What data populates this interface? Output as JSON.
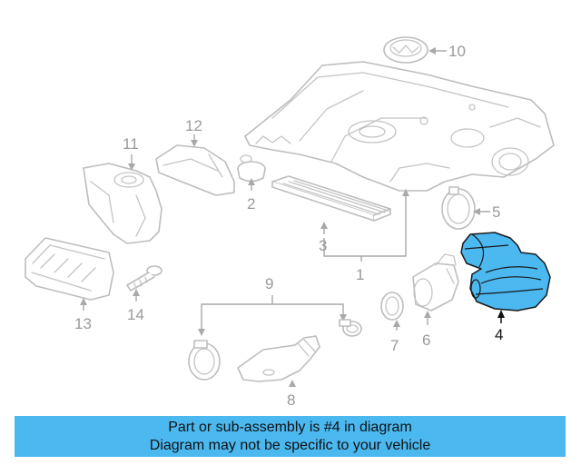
{
  "diagram": {
    "callouts": [
      "1",
      "2",
      "3",
      "4",
      "5",
      "6",
      "7",
      "8",
      "9",
      "10",
      "11",
      "12",
      "13",
      "14"
    ],
    "highlighted_part": "4",
    "highlight_color": "#4bb8f0",
    "line_color": "#bdbdbd"
  },
  "caption": {
    "line1": "Part or sub-assembly is #4 in diagram",
    "line2": "Diagram may not be specific to your vehicle",
    "background": "#4bb8f0"
  }
}
